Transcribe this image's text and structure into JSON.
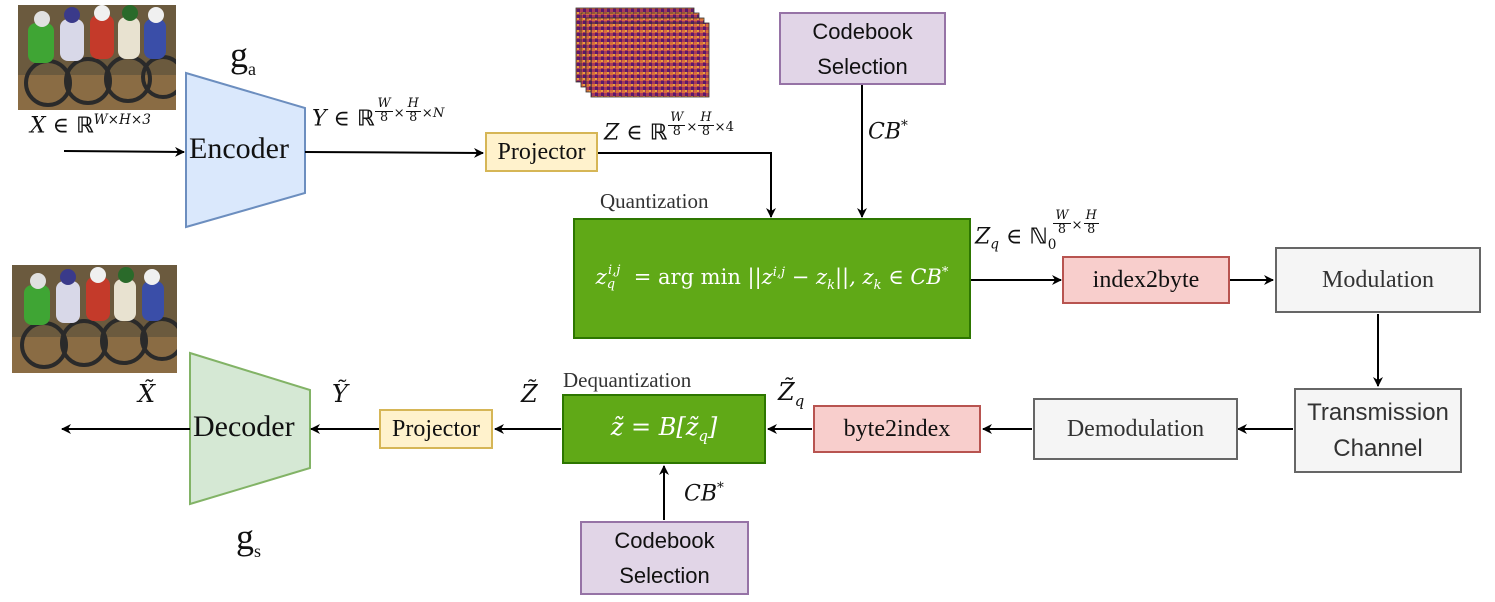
{
  "nodes": {
    "encoder": "Encoder",
    "decoder": "Decoder",
    "projector_top": "Projector",
    "projector_bottom": "Projector",
    "codebook_top": [
      "Codebook",
      "Selection"
    ],
    "codebook_bottom": [
      "Codebook",
      "Selection"
    ],
    "quantization_title": "Quantization",
    "dequantization_title": "Dequantization",
    "index2byte": "index2byte",
    "byte2index": "byte2index",
    "modulation": "Modulation",
    "demodulation": "Demodulation",
    "transmission_channel": [
      "Transmission",
      "Channel"
    ]
  },
  "labels": {
    "ga": {
      "base": "g",
      "sub": "a"
    },
    "gs": {
      "base": "g",
      "sub": "s"
    },
    "x_input": "X ∈ ℝ^{W×H×3}",
    "y_latent": "Y ∈ ℝ^{W/8 × H/8 × N}",
    "z_projected": "Z ∈ ℝ^{W/8 × H/8 × 4}",
    "cb_star_top": "CB*",
    "cb_star_bottom": "CB*",
    "zq": "Z_q ∈ ℕ_0^{W/8 × H/8}",
    "quant_formula": "z_q^{i,j} = arg min ||z^{i,j} − z_k||, z_k ∈ CB*",
    "dequant_formula": "z̃ = B[z̃_q]",
    "zq_tilde": "Z̃_q",
    "z_tilde": "Z̃",
    "y_tilde": "Ỹ",
    "x_tilde": "X̃"
  },
  "colors": {
    "encoder_fill": "#dae8fc",
    "encoder_stroke": "#6c8ebf",
    "decoder_fill": "#d5e8d4",
    "decoder_stroke": "#82b366",
    "projector_fill": "#fff2cc",
    "projector_stroke": "#d6b656",
    "codebook_fill": "#e1d5e7",
    "codebook_stroke": "#9673a6",
    "quant_fill": "#60a917",
    "quant_stroke": "#2d7600",
    "byte_fill": "#f8cecc",
    "byte_stroke": "#b85450",
    "gray_fill": "#f5f5f5",
    "gray_stroke": "#666666"
  }
}
